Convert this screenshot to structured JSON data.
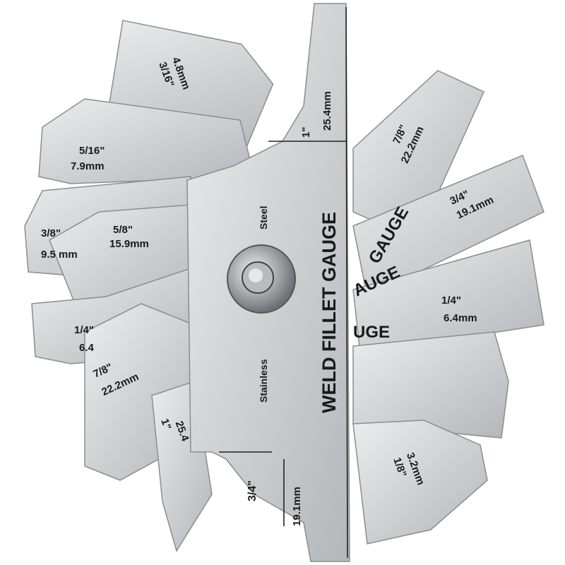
{
  "product": {
    "title": "WELD FILLET GAUGE",
    "zones": {
      "steel": "Steel",
      "stainless": "Stainless"
    }
  },
  "left_blades": [
    {
      "inch": "3/16\"",
      "mm": "4.8mm"
    },
    {
      "inch": "5/16\"",
      "mm": "7.9mm"
    },
    {
      "inch": "3/8\"",
      "mm": "9.5 mm"
    },
    {
      "inch": "5/8\"",
      "mm": "15.9mm"
    },
    {
      "inch": "1/4\"",
      "mm": "6.4"
    },
    {
      "inch": "7/8\"",
      "mm": "22.2mm"
    },
    {
      "inch": "1\"",
      "mm": "25.4"
    }
  ],
  "center_marks": [
    {
      "inch": "1\"",
      "mm": "25.4mm"
    },
    {
      "inch": "3/4\"",
      "mm": "19.1mm"
    }
  ],
  "right_blades": [
    {
      "inch": "7/8\"",
      "mm": "22.2mm",
      "partial": "GAUGE"
    },
    {
      "inch": "3/4\"",
      "mm": "19.1mm",
      "partial": "AUGE"
    },
    {
      "inch": "1/4\"",
      "mm": "6.4mm",
      "partial": "UGE"
    },
    {
      "inch": "1/8\"",
      "mm": "3.2mm"
    }
  ],
  "colors": {
    "metal_light": "#e4e5e6",
    "metal_dark": "#a9acaf",
    "ink": "#1a1a1a"
  }
}
